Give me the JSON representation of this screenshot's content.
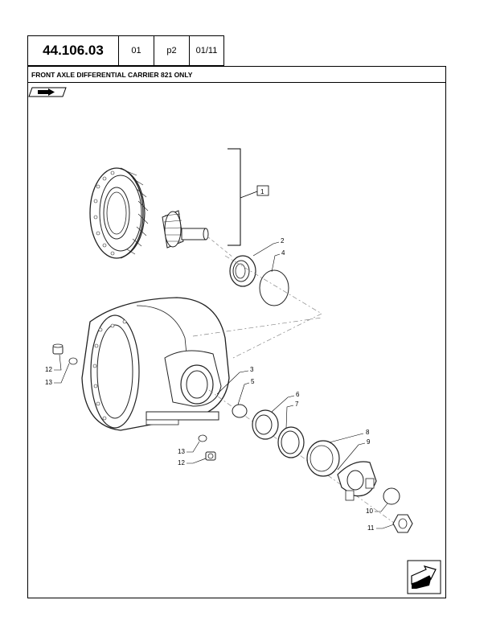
{
  "header": {
    "ref_code": "44.106.03",
    "col2": "01",
    "col3": "p2",
    "col4": "01/11"
  },
  "section_title": "FRONT AXLE DIFFERENTIAL CARRIER 821 ONLY",
  "callouts": [
    "1",
    "2",
    "4",
    "3",
    "5",
    "6",
    "7",
    "8",
    "9",
    "10",
    "11",
    "12",
    "13",
    "13",
    "12"
  ],
  "icons": [
    "forward-arrow-icon",
    "next-page-arrow-icon"
  ]
}
